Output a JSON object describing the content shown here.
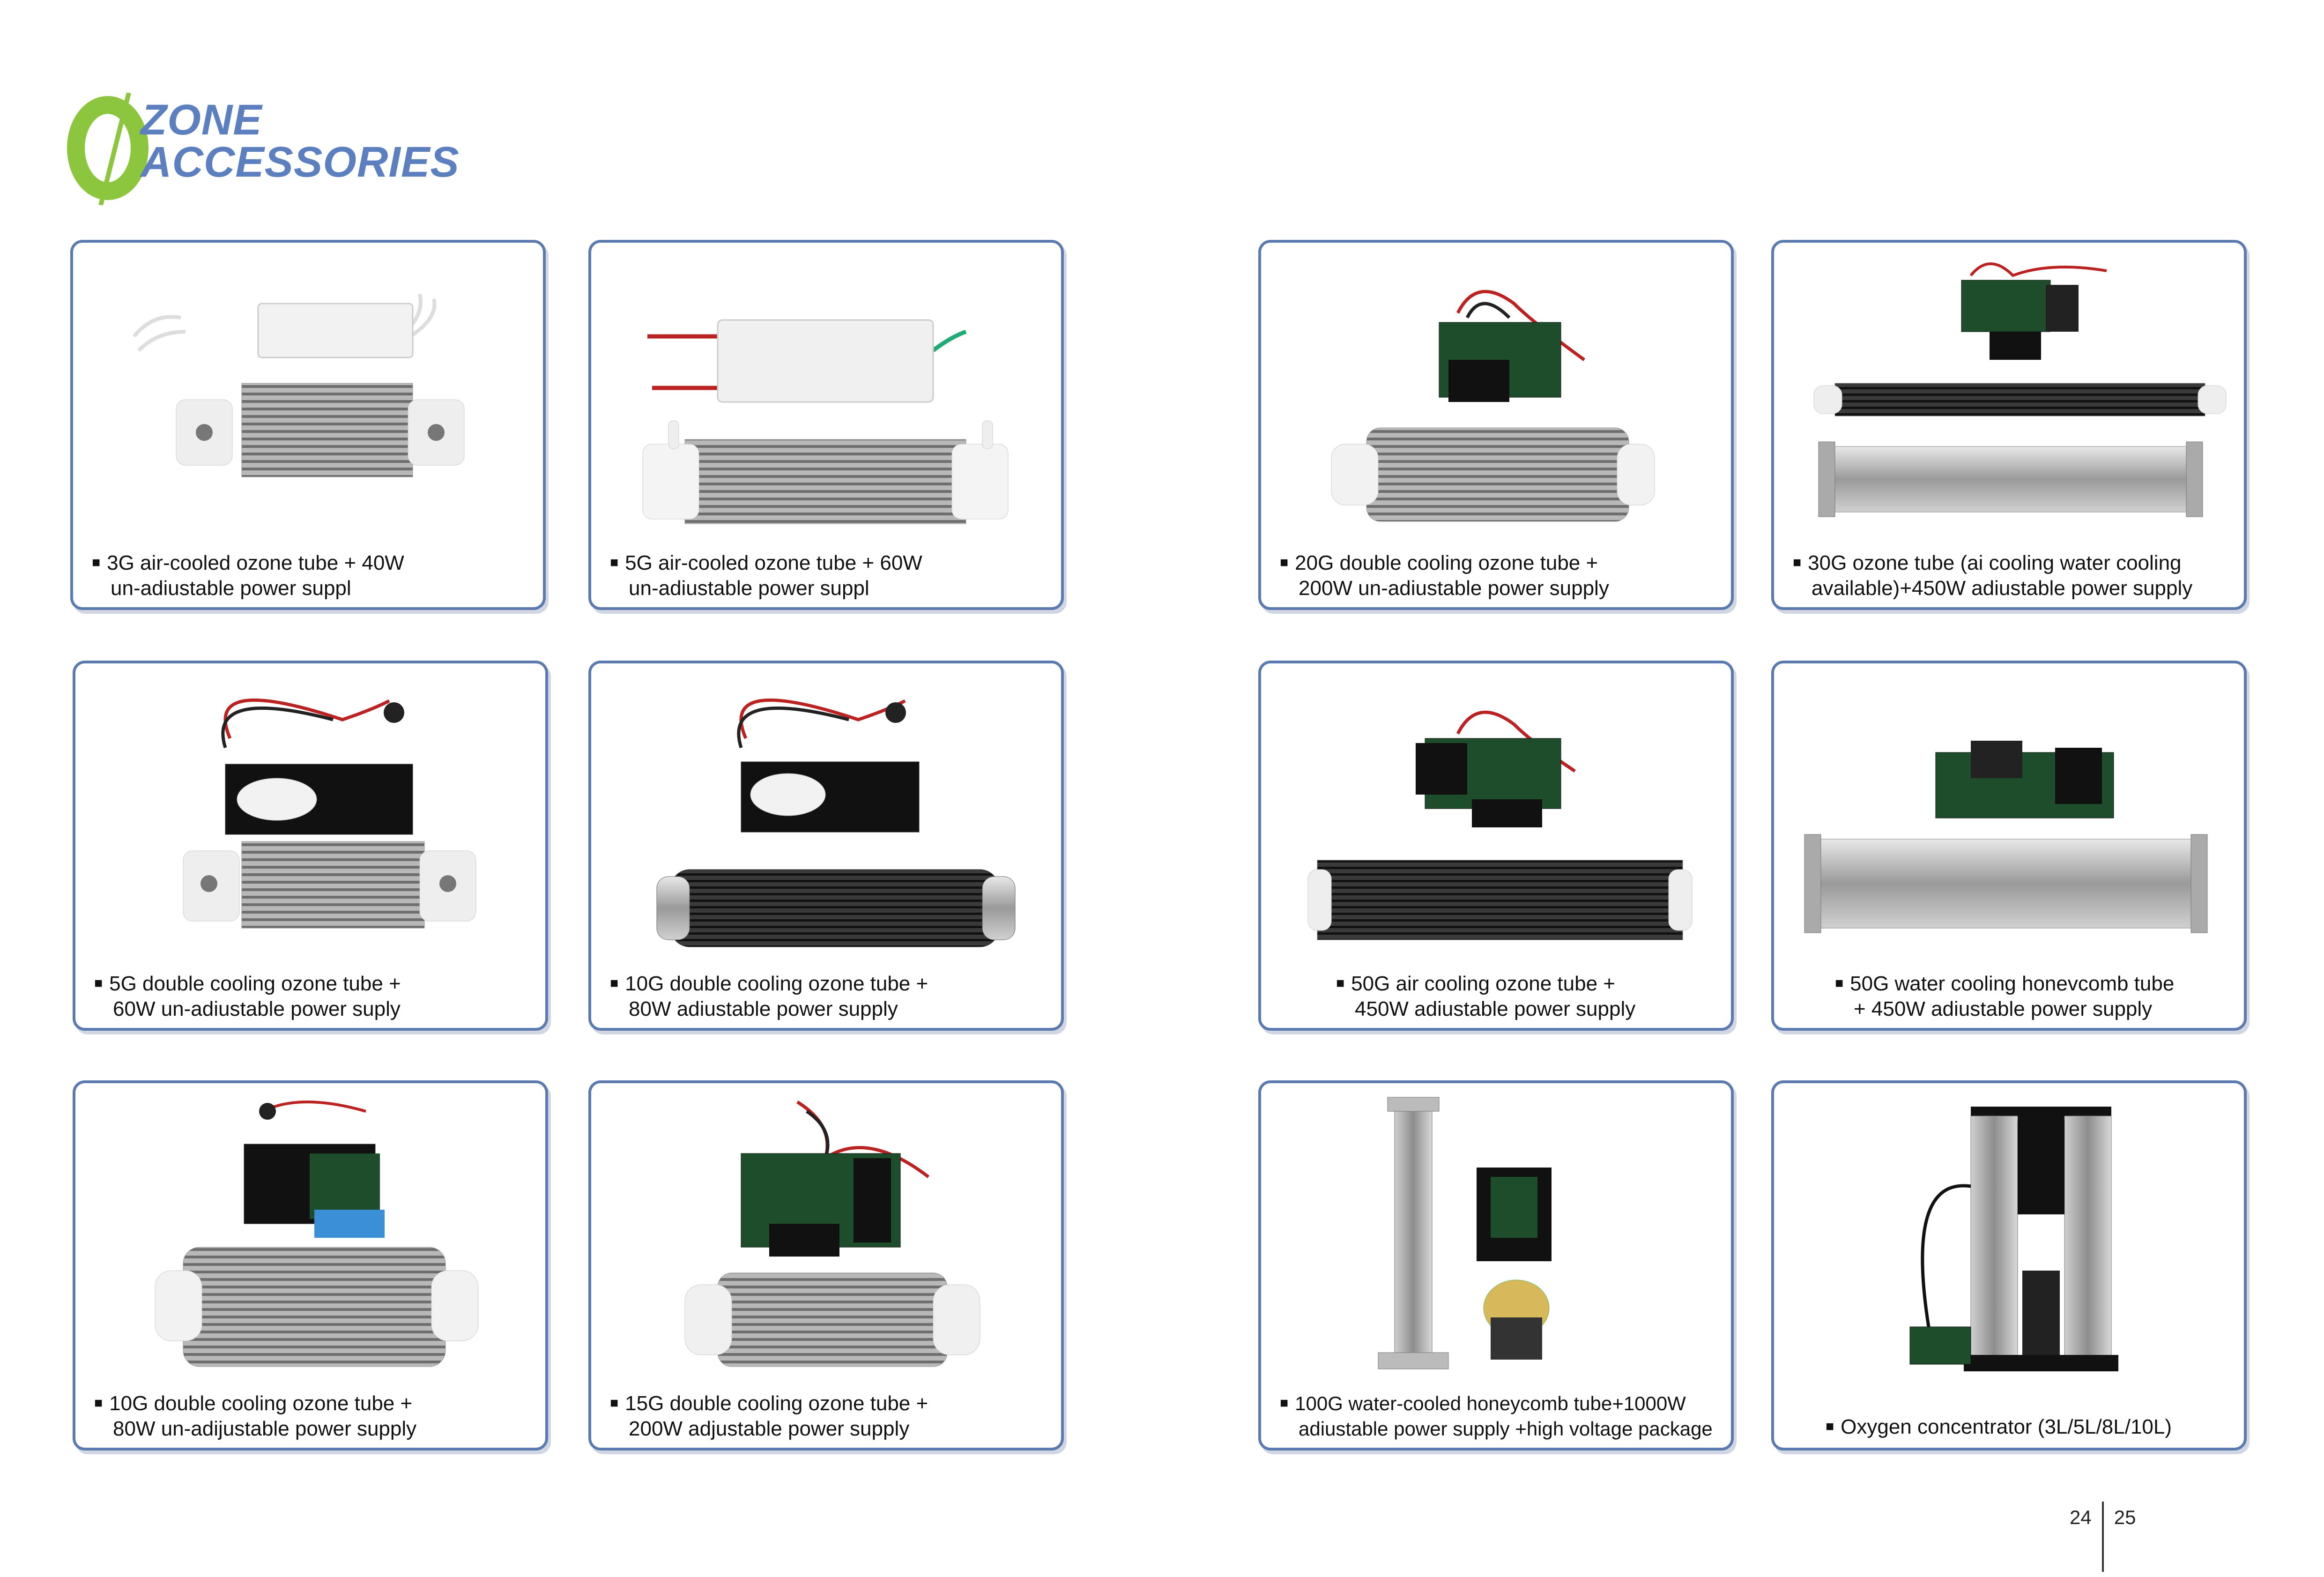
{
  "header": {
    "logo_letter": "O",
    "line1": "ZONE",
    "line2": "ACCESSORIES"
  },
  "products": [
    {
      "caption_line1": "3G air-cooled ozone tube + 40W",
      "caption_line2": "un-adiustable power suppl"
    },
    {
      "caption_line1": "5G air-cooled ozone tube + 60W",
      "caption_line2": "un-adiustable power suppl"
    },
    {
      "caption_line1": "20G double cooling ozone tube +",
      "caption_line2": "200W un-adiustable power supply"
    },
    {
      "caption_line1": "30G ozone tube (ai cooling water cooling",
      "caption_line2": "available)+450W adiustable power supply"
    },
    {
      "caption_line1": "5G double cooling ozone tube +",
      "caption_line2": "60W un-adiustable power suply"
    },
    {
      "caption_line1": "10G double cooling ozone tube +",
      "caption_line2": "80W adiustable power supply"
    },
    {
      "caption_line1": "50G air cooling ozone tube +",
      "caption_line2": "450W adiustable power supply"
    },
    {
      "caption_line1": "50G water cooling honevcomb tube",
      "caption_line2": "+ 450W adiustable power supply"
    },
    {
      "caption_line1": "10G double cooling ozone tube +",
      "caption_line2": "80W un-adijustable power supply"
    },
    {
      "caption_line1": "15G double cooling ozone tube +",
      "caption_line2": "200W adjustable power supply"
    },
    {
      "caption_line1": "100G  water-cooled  honeycomb  tube+1000W",
      "caption_line2": "adiustable power supply +high voltage package"
    },
    {
      "caption_line1": "Oxygen concentrator (3L/5L/8L/10L)",
      "caption_line2": ""
    }
  ],
  "page_numbers": {
    "left": "24",
    "right": "25"
  },
  "colors": {
    "accent_blue": "#5b7fbf",
    "logo_green": "#8cc63f",
    "card_border": "#5b7bb0"
  }
}
